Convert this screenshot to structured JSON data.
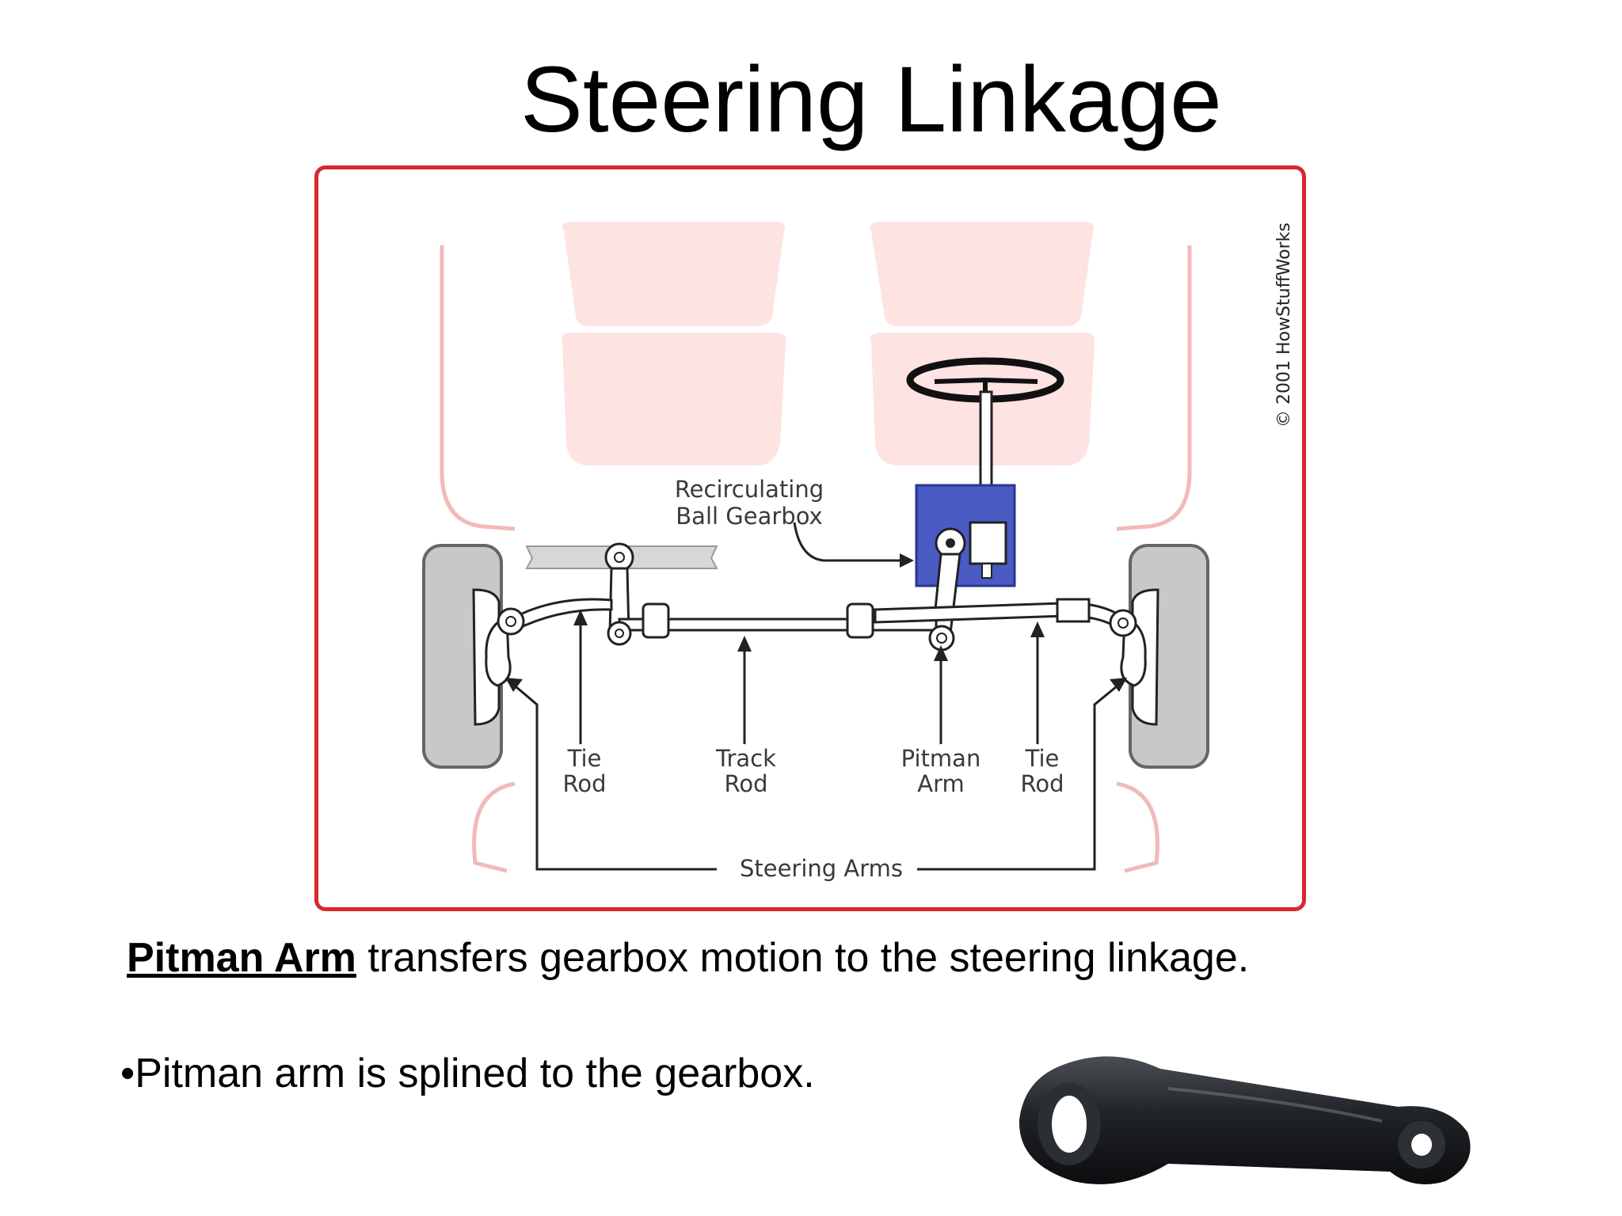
{
  "slide": {
    "title": "Steering Linkage"
  },
  "diagram": {
    "labels": {
      "gearbox_line1": "Recirculating",
      "gearbox_line2": "Ball Gearbox",
      "tie_rod_left_1": "Tie",
      "tie_rod_left_2": "Rod",
      "track_rod_1": "Track",
      "track_rod_2": "Rod",
      "pitman_arm_1": "Pitman",
      "pitman_arm_2": "Arm",
      "tie_rod_right_1": "Tie",
      "tie_rod_right_2": "Rod",
      "steering_arms": "Steering Arms"
    },
    "copyright": "© 2001 HowStuffWorks",
    "colors": {
      "frame": "#d9272e",
      "seat": "#fde3e1",
      "gearbox": "#4a5bc4",
      "tire": "#c8c8c8"
    }
  },
  "caption": {
    "term": "Pitman Arm",
    "text": " transfers gearbox motion to the steering linkage."
  },
  "bullet": {
    "text": "•Pitman arm is splined to the gearbox."
  },
  "photo": {
    "icon": "pitman-arm-part-photo"
  }
}
